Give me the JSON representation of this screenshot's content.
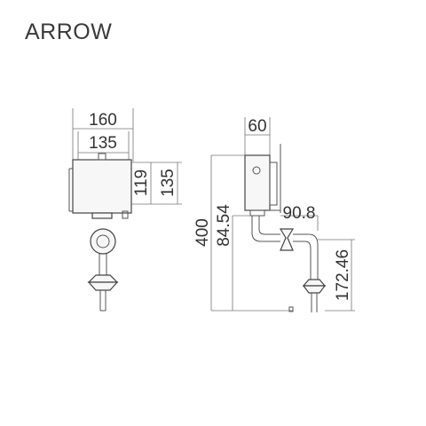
{
  "brand": "ARROW",
  "front_view": {
    "dim_width_total": "160",
    "dim_width_inner": "135",
    "dim_height_inner": "119",
    "dim_height_total": "135"
  },
  "side_view": {
    "dim_depth": "60",
    "dim_outlet": "90.8",
    "dim_height_total": "400",
    "dim_inlet_height": "84.54",
    "dim_outlet_height": "172.46"
  }
}
